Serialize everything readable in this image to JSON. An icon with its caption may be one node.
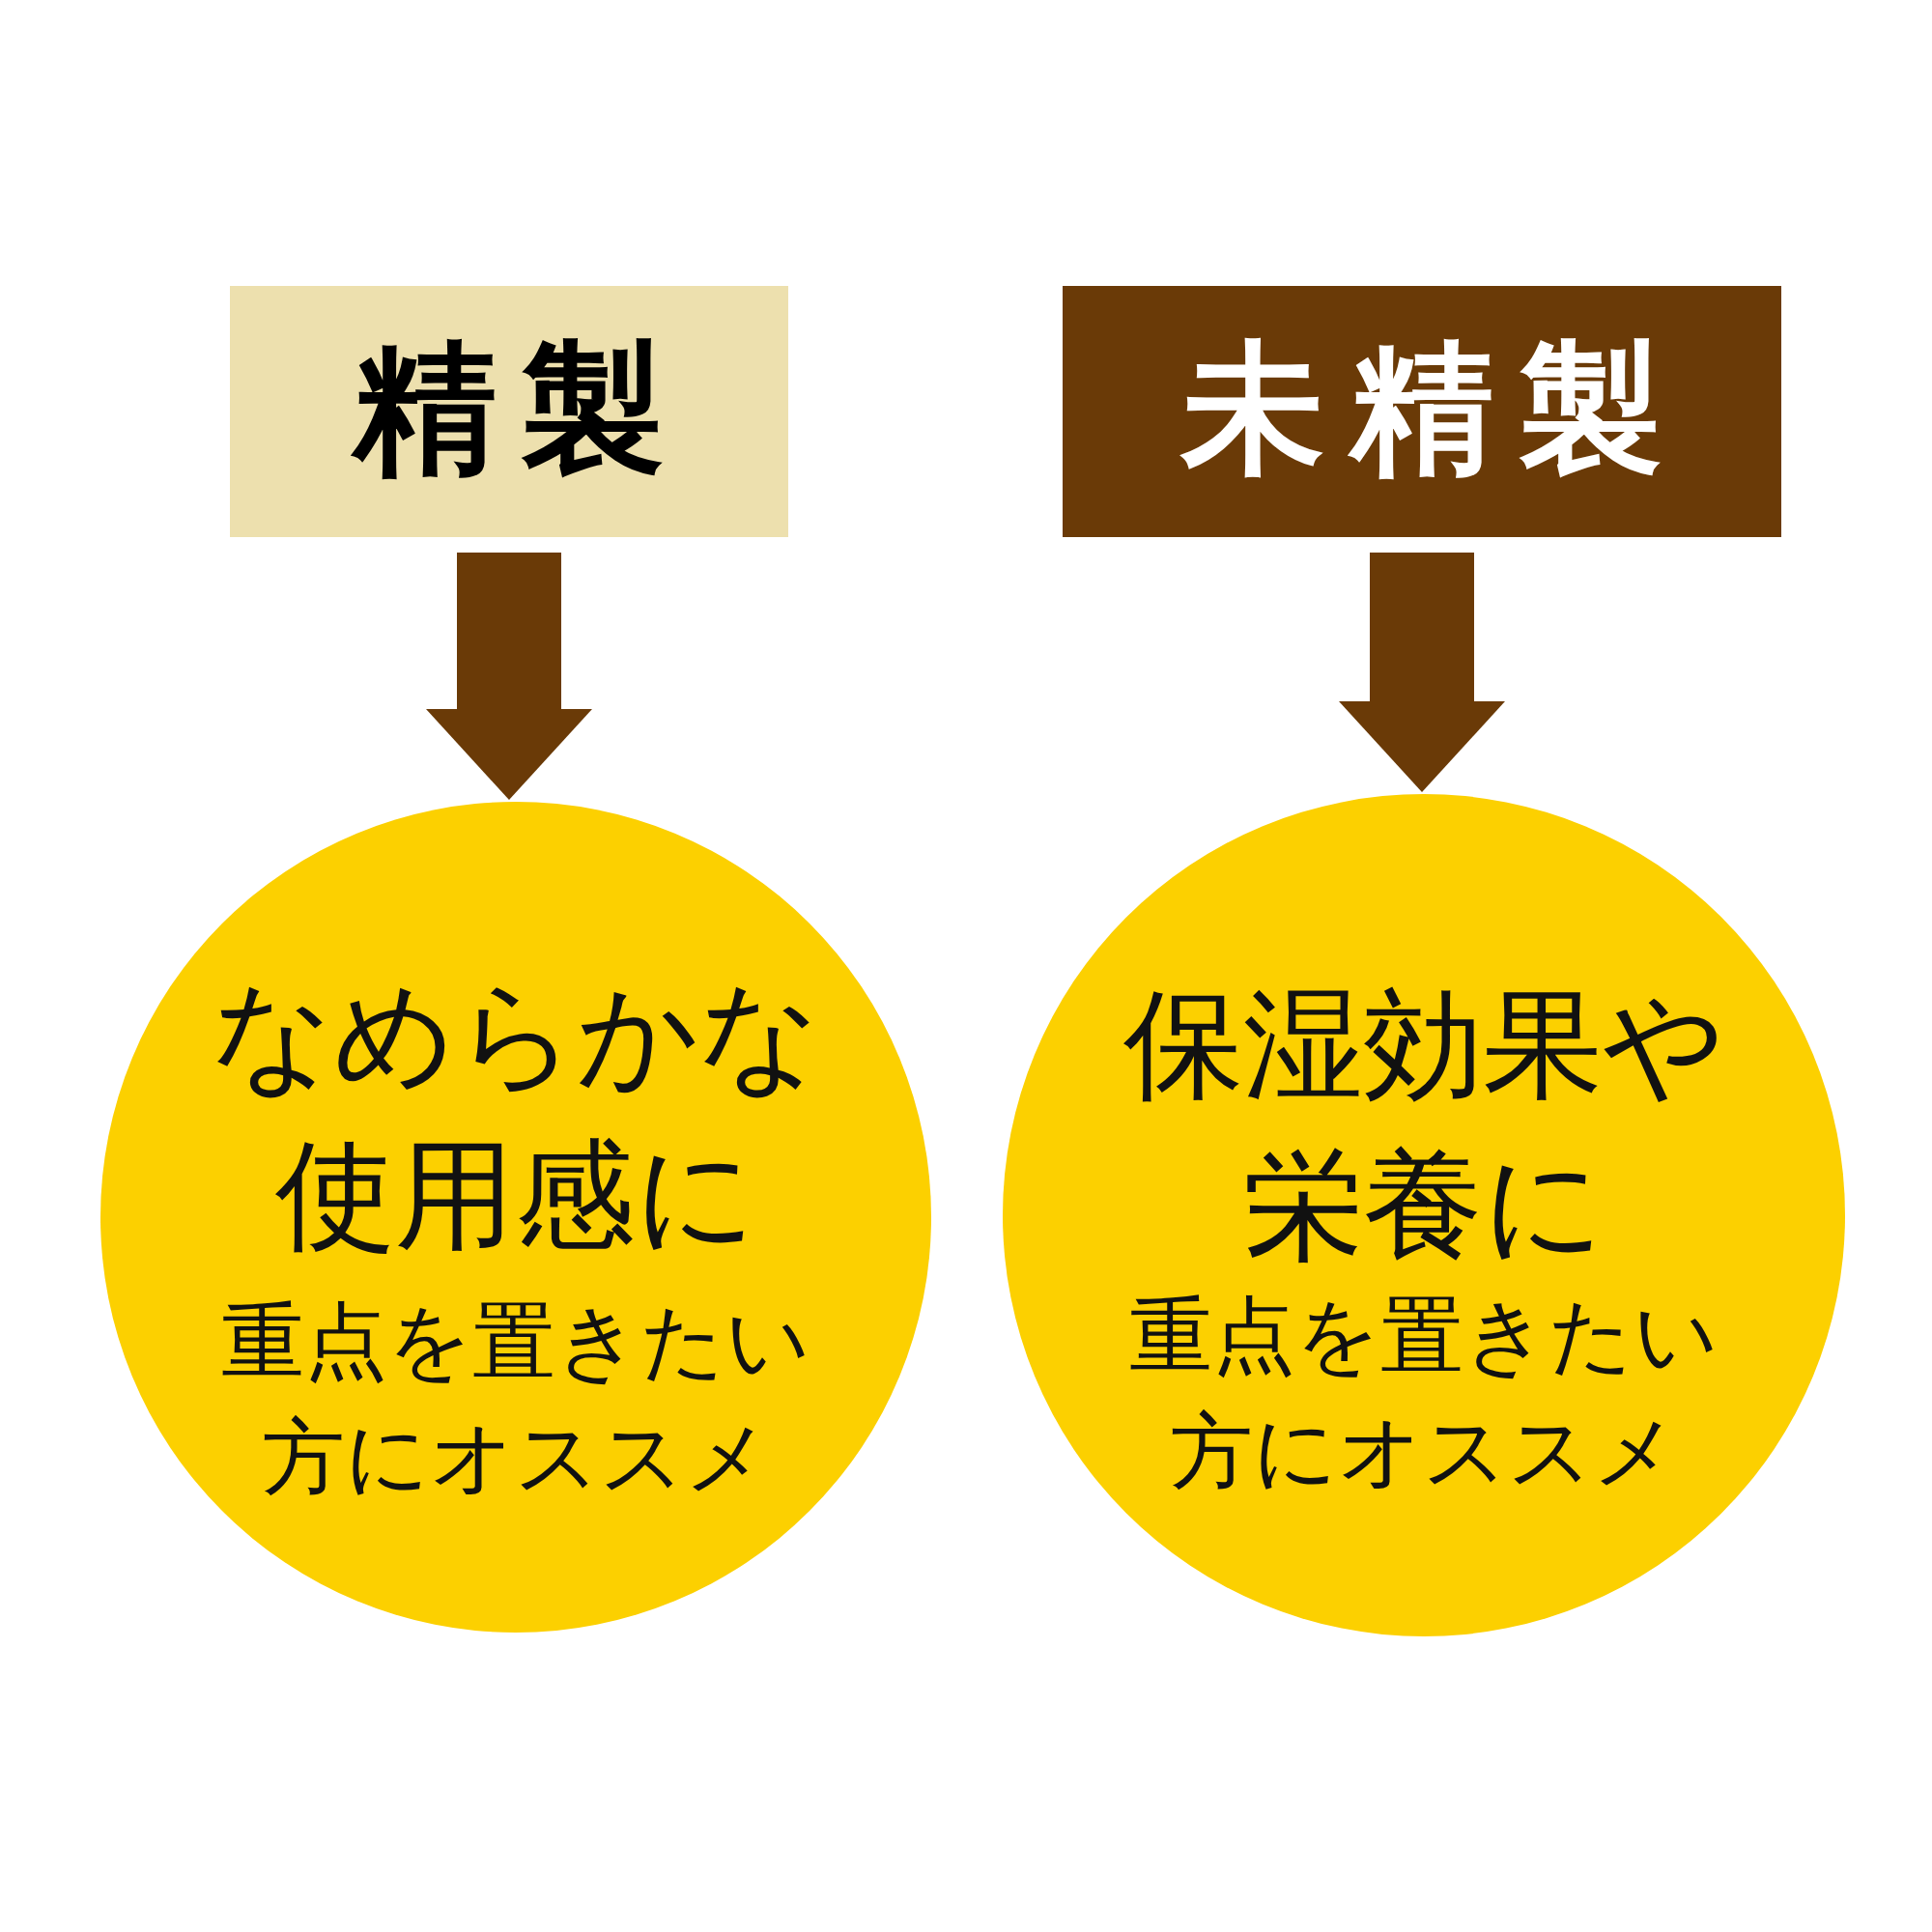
{
  "diagram": {
    "nodes": [
      {
        "text": [
          "精製"
        ]
      },
      {
        "text": [
          "未精製"
        ]
      },
      {
        "text": [
          "なめらかな使用感に",
          "重点を置きたい方にオススメ"
        ]
      },
      {
        "text": [
          "保湿効果や栄養に",
          "重点を置きたい方にオススメ"
        ]
      }
    ],
    "edges": [
      {
        "from": 0,
        "to": 2,
        "arrow": "to"
      },
      {
        "from": 1,
        "to": 3,
        "arrow": "to"
      }
    ]
  }
}
